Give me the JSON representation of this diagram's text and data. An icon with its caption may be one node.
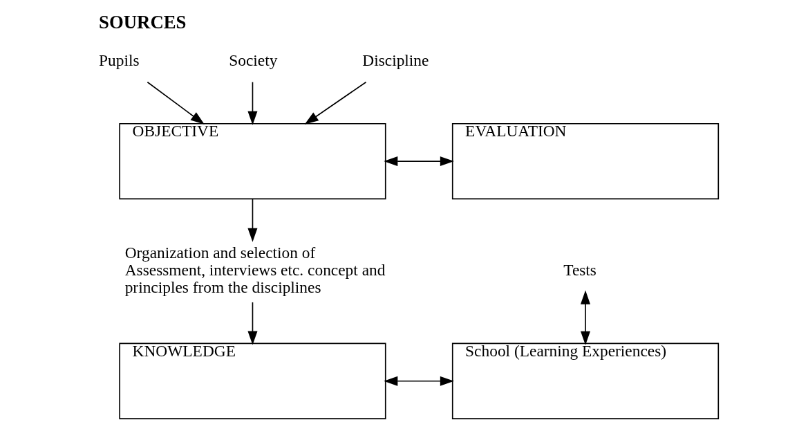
{
  "diagram": {
    "title": "SOURCES",
    "nodes": [
      {
        "text": [
          "Pupils"
        ]
      },
      {
        "text": [
          "Society"
        ]
      },
      {
        "text": [
          "Discipline"
        ]
      },
      {
        "text": [
          "OBJECTIVE"
        ]
      },
      {
        "text": [
          "EVALUATION"
        ]
      },
      {
        "text": [
          "Organization and selection of Assessment, interviews etc. concept and principles from the disciplines"
        ]
      },
      {
        "text": [
          "Tests"
        ]
      },
      {
        "text": [
          "KNOWLEDGE"
        ]
      },
      {
        "text": [
          "School (Learning Experiences)"
        ]
      }
    ],
    "edges": [
      {
        "from": 0,
        "to": 3,
        "arrow": "to"
      },
      {
        "from": 1,
        "to": 3,
        "arrow": "to"
      },
      {
        "from": 2,
        "to": 3,
        "arrow": "to"
      },
      {
        "from": 3,
        "to": 4,
        "arrow": "both"
      },
      {
        "from": 3,
        "to": 5,
        "arrow": "to"
      },
      {
        "from": 6,
        "to": 8,
        "arrow": "both"
      },
      {
        "from": 5,
        "to": 7,
        "arrow": "to"
      },
      {
        "from": 7,
        "to": 8,
        "arrow": "both"
      }
    ]
  }
}
